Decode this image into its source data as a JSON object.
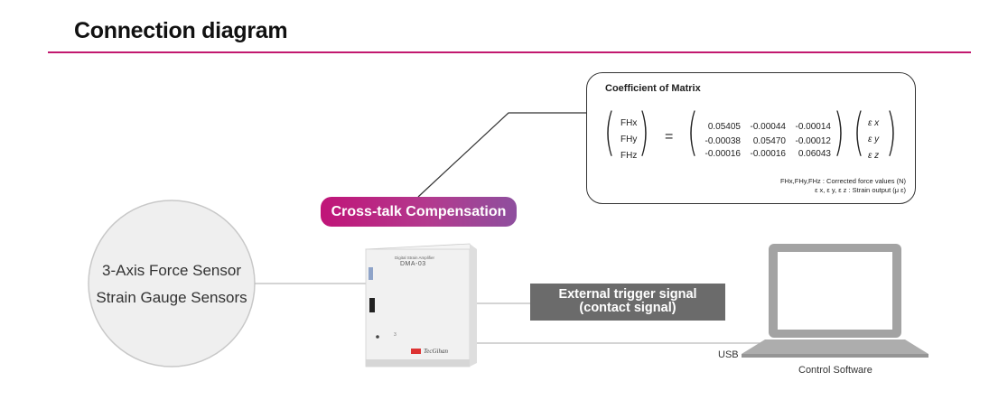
{
  "heading": "Connection diagram",
  "sensor": {
    "line1": "3-Axis Force Sensor",
    "line2": "Strain Gauge Sensors"
  },
  "badge": "Cross-talk Compensation",
  "matrix": {
    "title": "Coefficient of Matrix",
    "outputs": [
      "FHx",
      "FHy",
      "FHz"
    ],
    "equals": "=",
    "coefficients": [
      [
        "0.05405",
        "-0.00044",
        "-0.00014"
      ],
      [
        "-0.00038",
        "0.05470",
        "-0.00012"
      ],
      [
        "-0.00016",
        "-0.00016",
        "0.06043"
      ]
    ],
    "inputs": [
      "ε x",
      "ε y",
      "ε z"
    ],
    "note1": "FHx,FHy,FHz : Corrected force values (N)",
    "note2": "ε x, ε y, ε z : Strain output (μ ε)"
  },
  "device": {
    "label_small": "Digital Strain Amplifier",
    "model": "DMA-03",
    "brand": "TecGihan"
  },
  "trigger": {
    "line1": "External trigger signal",
    "line2": "(contact signal)"
  },
  "usb_label": "USB",
  "software_label": "Control Software",
  "colors": {
    "accent": "#c2186f",
    "badge_end": "#8e4f9e",
    "trigger_bg": "#6b6b6b",
    "line": "#bbbbbb"
  }
}
